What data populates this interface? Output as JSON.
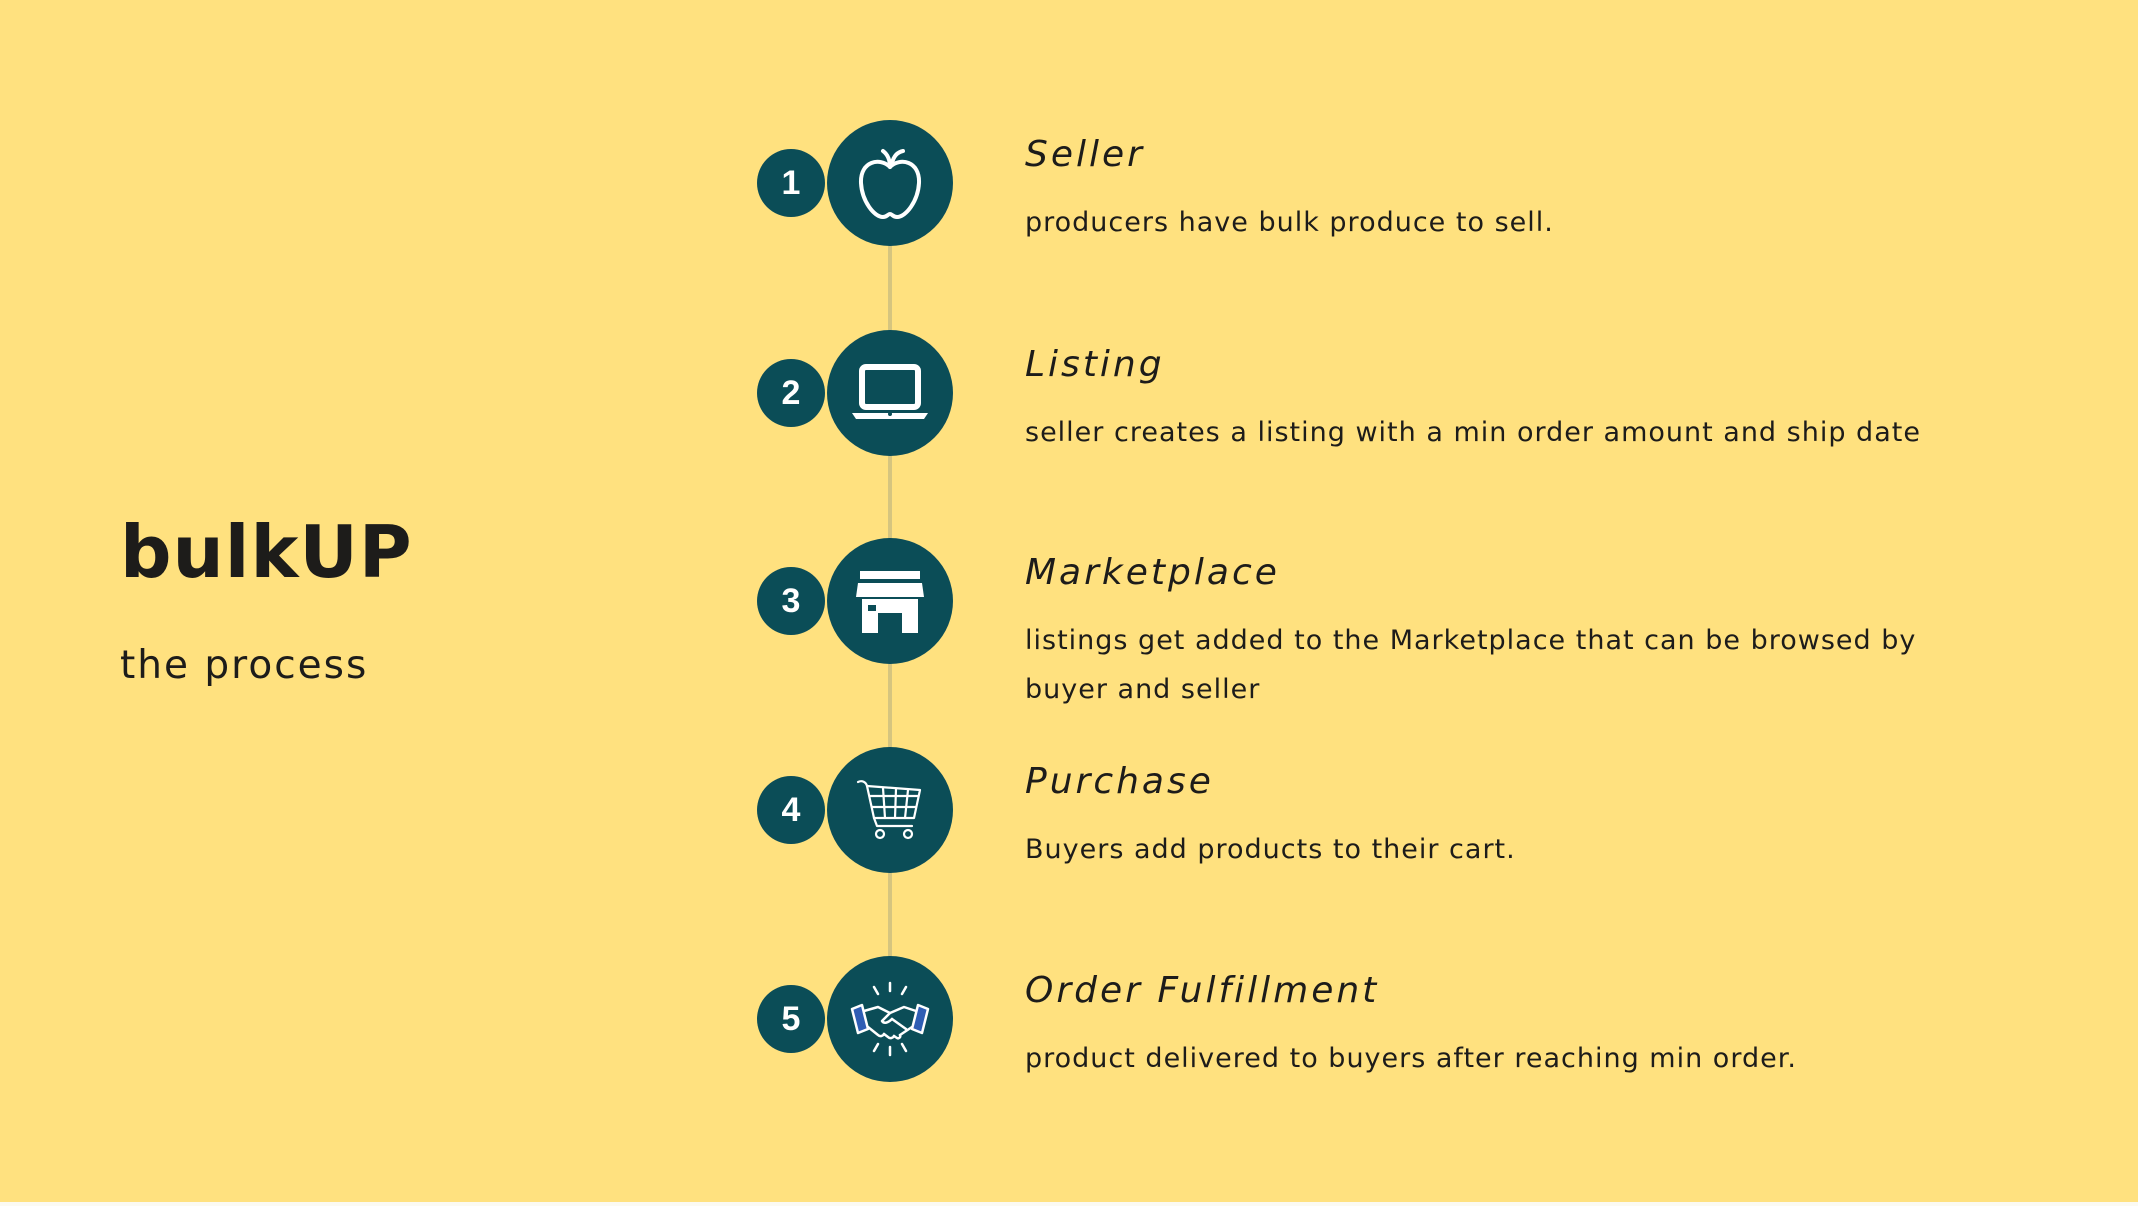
{
  "title": "bulkUP",
  "subtitle": "the process",
  "colors": {
    "background": "#ffe17f",
    "circle": "#0b4d57",
    "icon": "#ffffff",
    "text": "#1d1c1a",
    "line": "#d6c57f"
  },
  "steps": [
    {
      "number": "1",
      "icon": "apple-icon",
      "title": "Seller",
      "description": "producers have bulk produce to sell."
    },
    {
      "number": "2",
      "icon": "laptop-icon",
      "title": "Listing",
      "description": "seller creates a listing with a min order amount and ship date"
    },
    {
      "number": "3",
      "icon": "storefront-icon",
      "title": "Marketplace",
      "description": "listings get added to the Marketplace that can be browsed by buyer and seller"
    },
    {
      "number": "4",
      "icon": "shopping-cart-icon",
      "title": "Purchase",
      "description": "Buyers add products to their cart."
    },
    {
      "number": "5",
      "icon": "handshake-icon",
      "title": "Order Fulfillment",
      "description": "product delivered to buyers after reaching min order."
    }
  ]
}
